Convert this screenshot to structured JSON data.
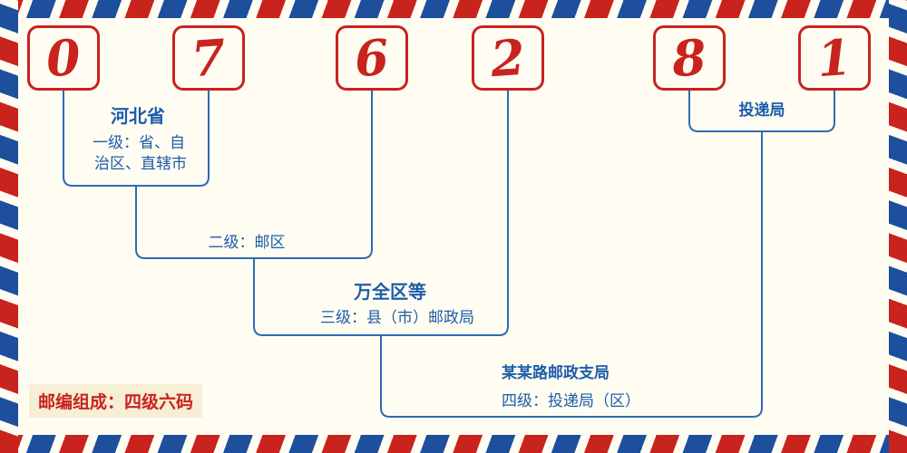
{
  "postal_code": {
    "digits": [
      "0",
      "7",
      "6",
      "2",
      "8",
      "1"
    ]
  },
  "annotations": {
    "level1": {
      "region": "河北省",
      "desc_line1": "一级：省、自",
      "desc_line2": "治区、直辖市"
    },
    "level2": {
      "desc": "二级：邮区"
    },
    "level3": {
      "region": "万全区等",
      "desc": "三级：县（市）邮政局"
    },
    "level4": {
      "region": "某某路邮政支局",
      "desc": "四级：投递局（区）"
    },
    "delivery_office": "投递局",
    "note": "邮编组成：四级六码"
  },
  "colors": {
    "digit_red": "#c8231d",
    "line_blue": "#2e6ab5",
    "text_blue": "#1d5cab",
    "background": "#fffdf2",
    "stripe_red": "#c8231d",
    "stripe_blue": "#1d4f9c",
    "note_background": "#f7eed6"
  }
}
